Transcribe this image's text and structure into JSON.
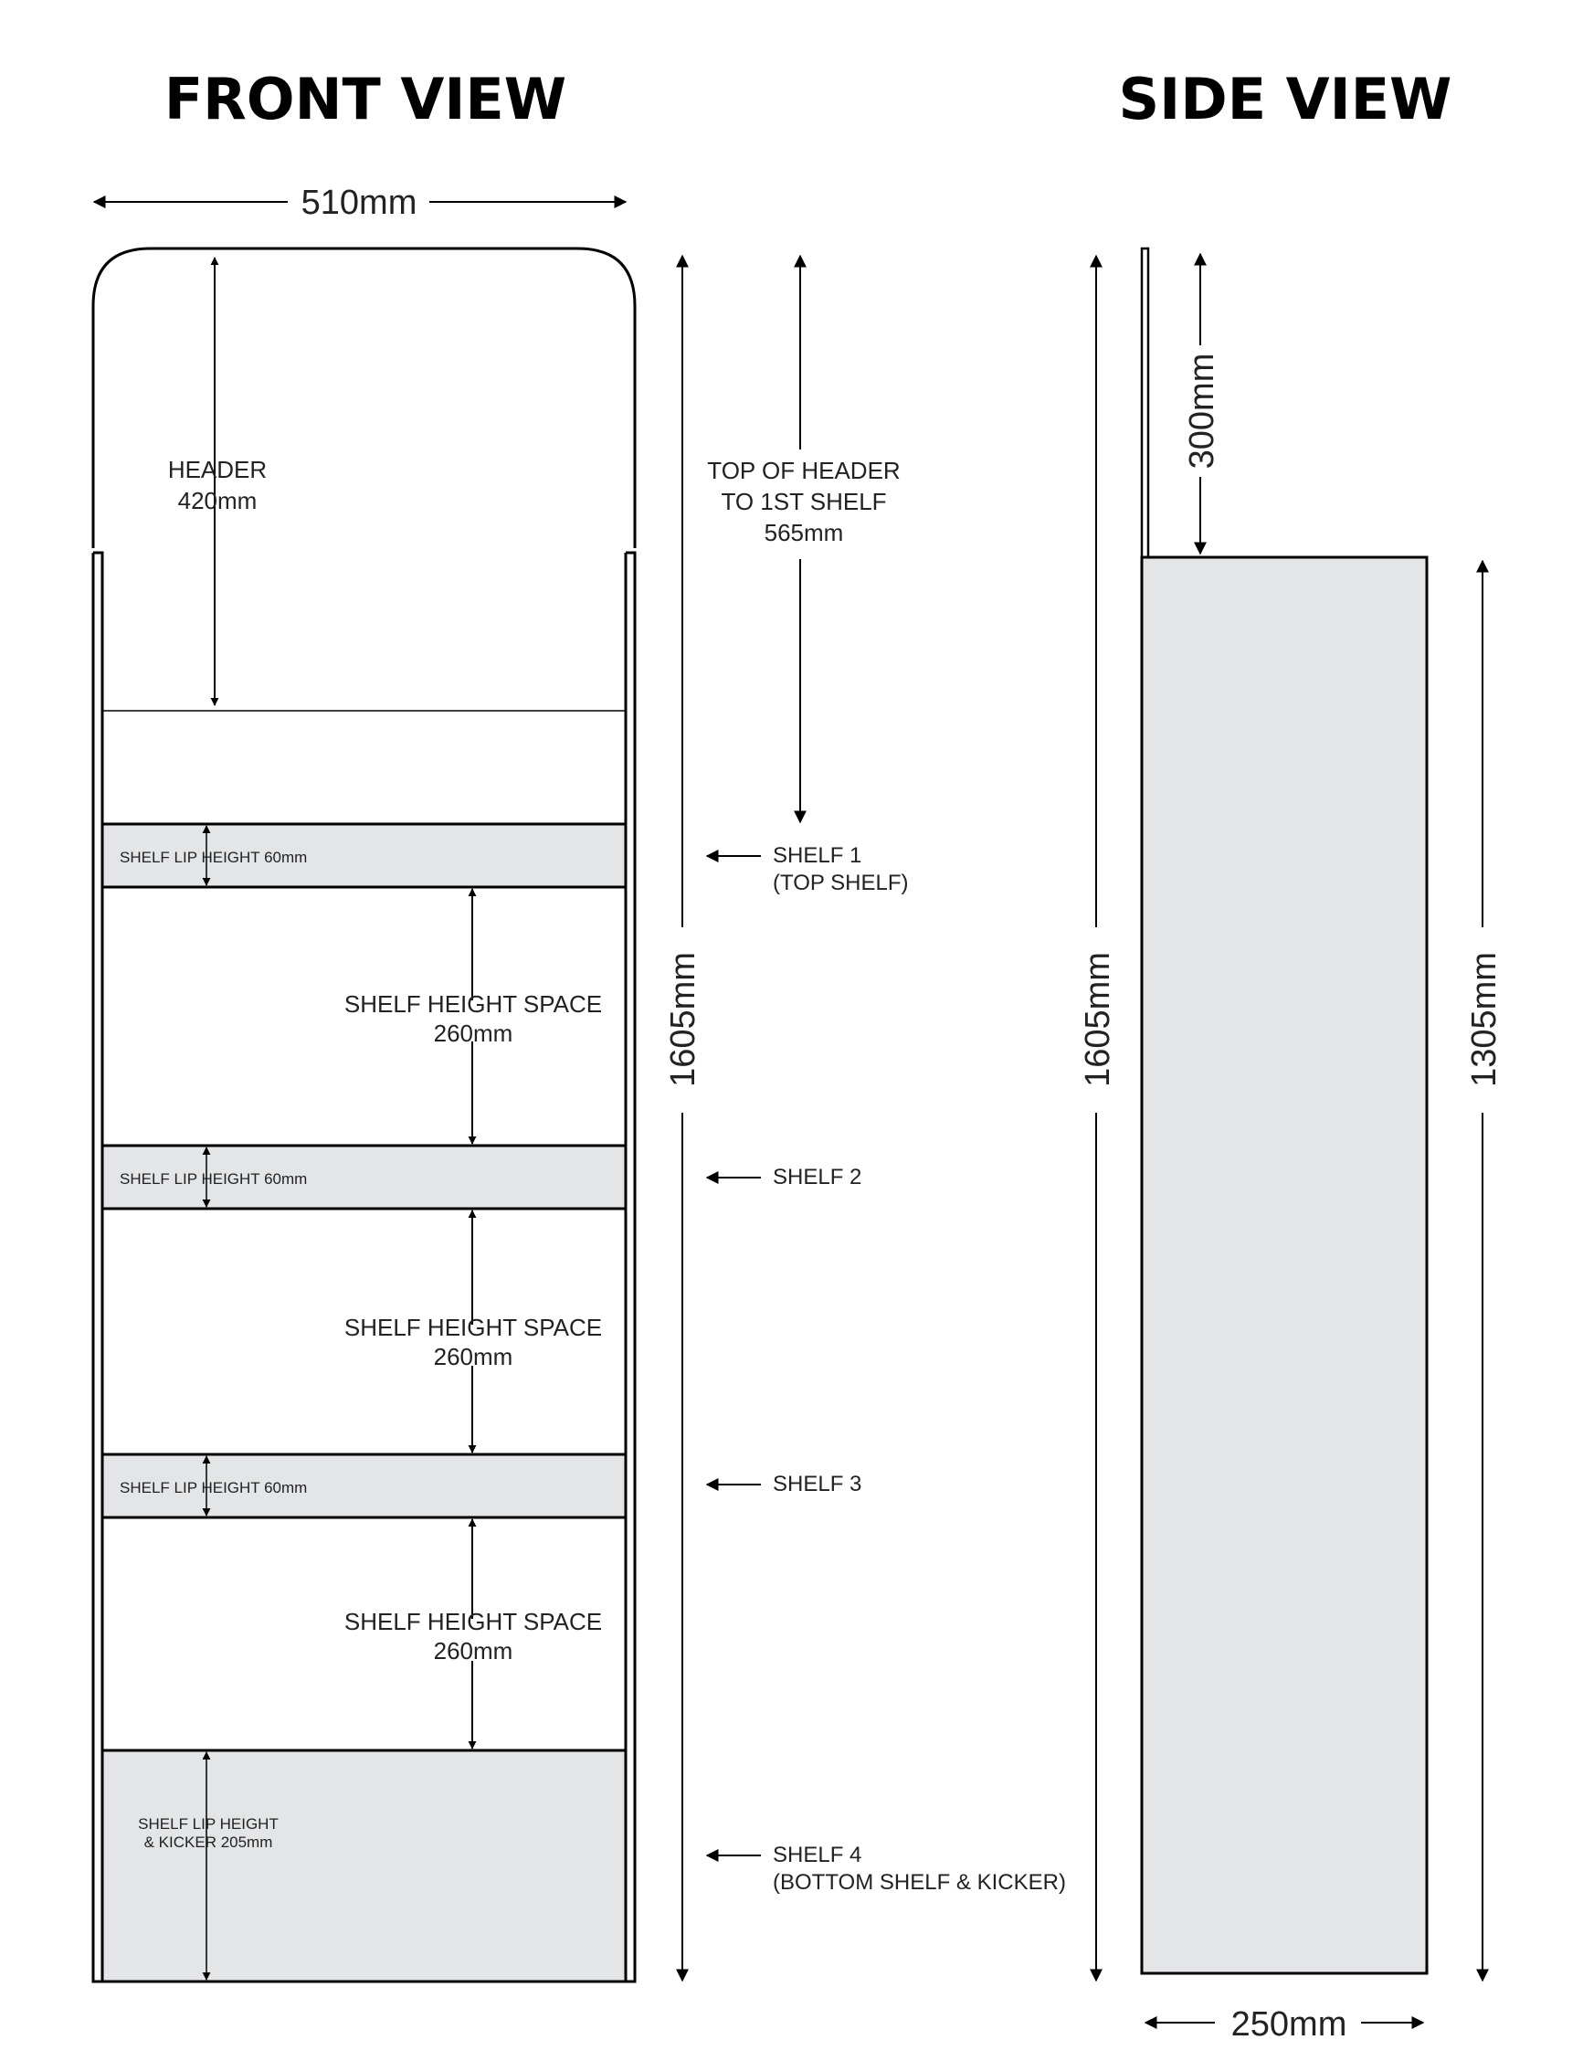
{
  "titles": {
    "front": "FRONT VIEW",
    "side": "SIDE VIEW"
  },
  "front": {
    "width": "510mm",
    "header": {
      "line1": "HEADER",
      "line2": "420mm"
    },
    "top_to_shelf": {
      "line1": "TOP OF HEADER",
      "line2": "TO 1ST SHELF",
      "line3": "565mm"
    },
    "total_height": "1605mm",
    "shelf_lip": "SHELF LIP HEIGHT 60mm",
    "kicker": {
      "line1": "SHELF LIP HEIGHT",
      "line2": "& KICKER 205mm"
    },
    "space": {
      "line1": "SHELF HEIGHT SPACE",
      "line2": "260mm"
    },
    "shelves": [
      {
        "line1": "SHELF 1",
        "line2": "(TOP SHELF)"
      },
      {
        "line1": "SHELF 2",
        "line2": ""
      },
      {
        "line1": "SHELF 3",
        "line2": ""
      },
      {
        "line1": "SHELF 4",
        "line2": "(BOTTOM SHELF & KICKER)"
      }
    ]
  },
  "side": {
    "header": "300mm",
    "total_height": "1605mm",
    "body_height": "1305mm",
    "depth": "250mm"
  },
  "colors": {
    "shelf_fill": "#e4e5e7",
    "line": "#000000"
  }
}
